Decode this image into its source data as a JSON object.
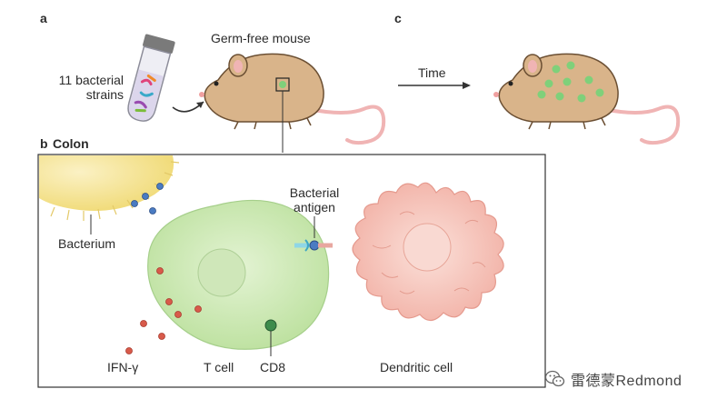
{
  "panels": {
    "a": {
      "letter": "a",
      "tube_label": "11 bacterial\nstrains",
      "mouse_label": "Germ-free mouse"
    },
    "b": {
      "letter": "b",
      "title": "Colon"
    },
    "c": {
      "letter": "c",
      "arrow_label": "Time"
    }
  },
  "labels": {
    "bacterium": "Bacterium",
    "antigen": "Bacterial\nantigen",
    "ifn": "IFN-γ",
    "tcell": "T cell",
    "cd8": "CD8",
    "dendritic": "Dendritic cell"
  },
  "watermark": {
    "text": "雷德蒙Redmond",
    "icon": "wechat-icon"
  },
  "colors": {
    "mouse_body": "#d9b48a",
    "mouse_tail": "#f0b4b4",
    "tcell": "#cde9b4",
    "dendritic": "#f6c9c0",
    "bacterium": "#f7e8a0",
    "ifn_dot": "#d85a4a",
    "antigen_dot": "#4a7bc2",
    "cd8_dot": "#3d8c4c",
    "colon_dot": "#7fd07a"
  }
}
